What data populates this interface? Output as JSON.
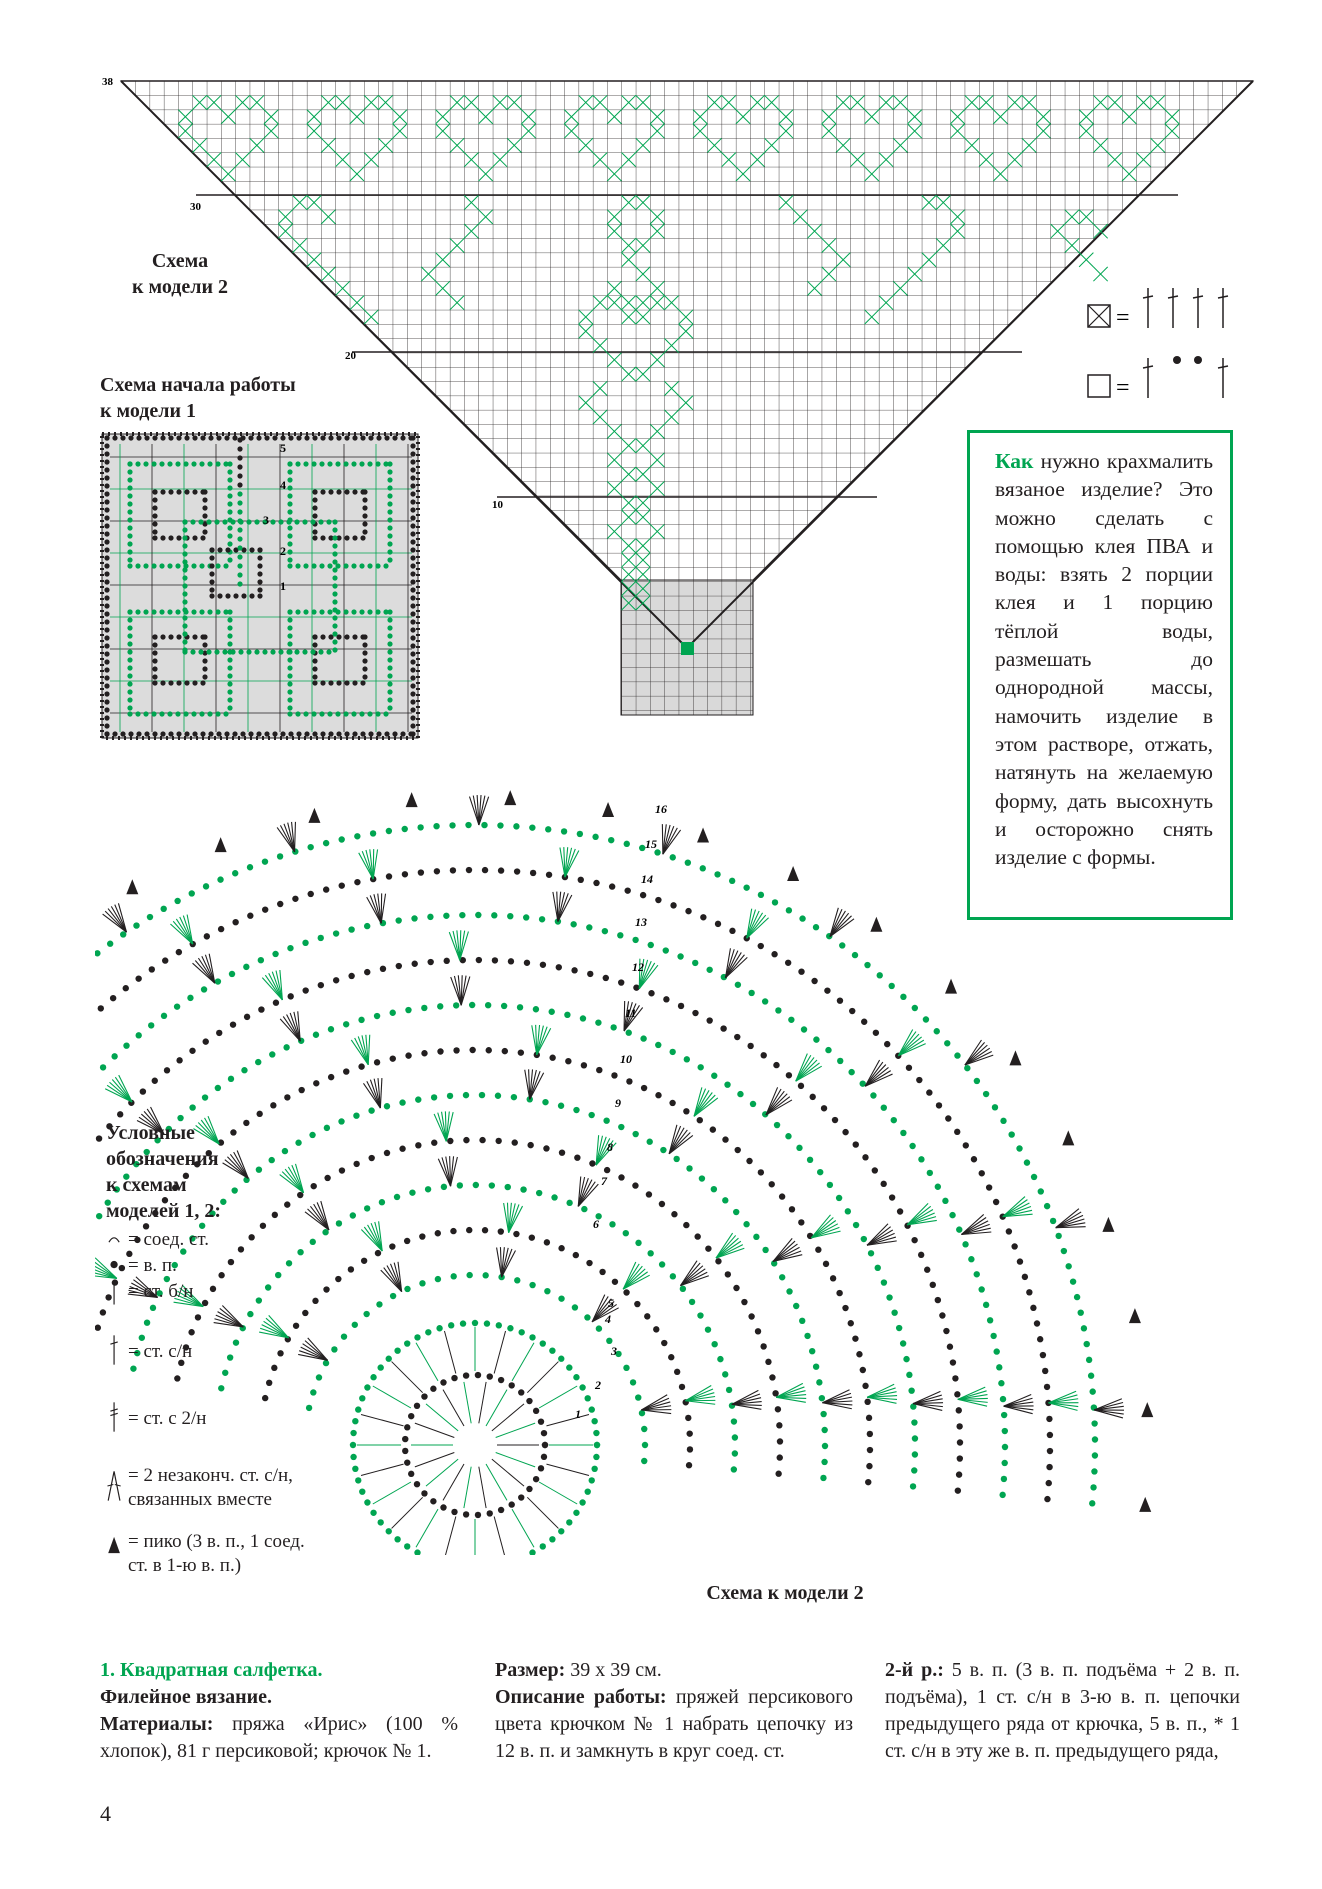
{
  "labels": {
    "model2_top_line1": "Схема",
    "model2_top_line2": "к модели 2",
    "model1_start_line1": "Схема начала работы",
    "model1_start_line2": "к модели 1",
    "model2_bottom": "Схема к модели 2",
    "legend_title_1": "Условные",
    "legend_title_2": "обозначения",
    "legend_title_3": "к схемам",
    "legend_title_4": "моделей 1, 2:"
  },
  "filet_chart": {
    "row_numbers": [
      "38",
      "30",
      "20",
      "10"
    ],
    "key_filled": "=",
    "key_empty": "="
  },
  "start_chart": {
    "row_numbers": [
      "5",
      "4",
      "3",
      "2",
      "1"
    ]
  },
  "doily_chart": {
    "row_numbers": [
      "16",
      "15",
      "14",
      "13",
      "12",
      "11",
      "10",
      "9",
      "8",
      "7",
      "6",
      "5",
      "4",
      "3",
      "2",
      "1"
    ]
  },
  "legend": [
    {
      "icon": "slip-stitch-icon",
      "text": "= соед. ст."
    },
    {
      "icon": "chain-icon",
      "text": "= в. п."
    },
    {
      "icon": "single-crochet-icon",
      "text": "= ст. б/н"
    },
    {
      "icon": "double-crochet-icon",
      "text": "= ст. с/н"
    },
    {
      "icon": "treble-crochet-icon",
      "text": "= ст. с 2/н"
    },
    {
      "icon": "dc2tog-icon",
      "text_1": "= 2 незаконч. ст. с/н,",
      "text_2": "связанных вместе"
    },
    {
      "icon": "picot-icon",
      "text_1": "= пико (3 в. п., 1 соед.",
      "text_2": "ст. в 1-ю в. п.)"
    }
  ],
  "note": {
    "lead": "Как",
    "body": "нужно крахмалить вязаное изделие? Это можно сделать с помощью клея ПВА и воды: взять 2 порции клея и 1 порцию тёплой воды, размешать до однородной массы, намочить изделие в этом растворе, отжать, натянуть на желаемую форму, дать высохнуть и осторожно снять изделие с формы."
  },
  "article": {
    "title": "1. Квадратная салфетка.",
    "subtitle": "Филейное вязание.",
    "materials_label": "Материалы:",
    "materials": "пряжа «Ирис» (100 % хлопок), 81 г персиковой; крючок № 1.",
    "size_label": "Размер:",
    "size": "39 х 39 см.",
    "work_label": "Описание работы:",
    "work": "пряжей персикового цвета крючком № 1 набрать цепочку из 12 в. п. и замкнуть в круг соед. ст.",
    "row2_label": "2-й р.:",
    "row2": "5 в. п. (3 в. п. подъёма + 2 в. п. подъёма), 1 ст. с/н в 3-ю в. п. цепочки предыдущего ряда от крючка, 5 в. п., * 1 ст. с/н в эту же в. п. предыдущего ряда,"
  },
  "page_number": "4",
  "colors": {
    "green": "#00a551",
    "black": "#231f20",
    "grey": "#d9d9d9"
  }
}
